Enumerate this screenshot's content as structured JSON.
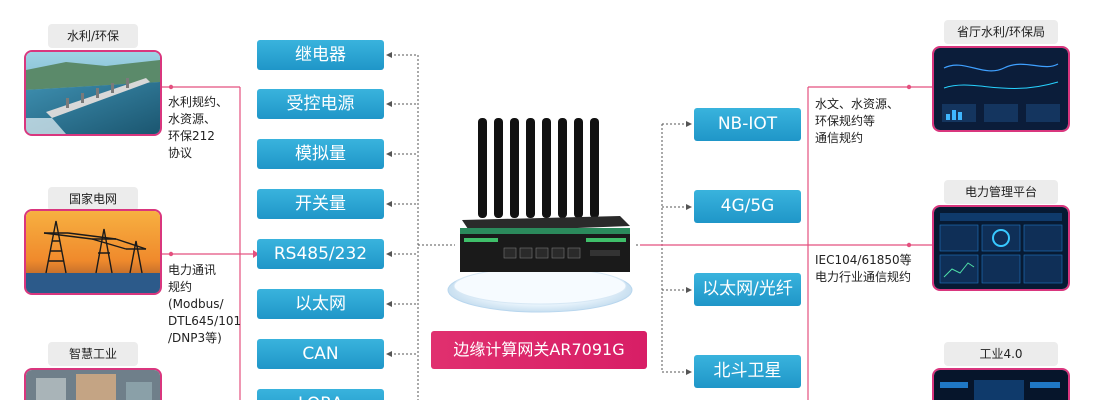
{
  "left_panels": [
    {
      "title": "水利/环保"
    },
    {
      "title": "国家电网"
    },
    {
      "title": "智慧工业"
    }
  ],
  "left_notes": [
    {
      "lines": [
        "水利规约、",
        "水资源、",
        "环保212",
        "协议"
      ]
    },
    {
      "lines": [
        "电力通讯",
        "规约",
        "(Modbus/",
        "DTL645/101",
        "/DNP3等)"
      ]
    }
  ],
  "interfaces": [
    "继电器",
    "受控电源",
    "模拟量",
    "开关量",
    "RS485/232",
    "以太网",
    "CAN",
    "LORA"
  ],
  "gateway": {
    "title": "边缘计算网关AR7091G"
  },
  "uplinks": [
    "NB-IOT",
    "4G/5G",
    "以太网/光纤",
    "北斗卫星"
  ],
  "right_notes": [
    {
      "lines": [
        "水文、水资源、",
        "环保规约等",
        "通信规约"
      ]
    },
    {
      "lines": [
        "IEC104/61850等",
        "电力行业通信规约"
      ]
    }
  ],
  "right_panels": [
    {
      "title": "省厅水利/环保局"
    },
    {
      "title": "电力管理平台"
    },
    {
      "title": "工业4.0"
    }
  ],
  "colors": {
    "accent_blue": "#2aa3d4",
    "accent_pink": "#d81e66",
    "line_pink": "#e4507f"
  }
}
